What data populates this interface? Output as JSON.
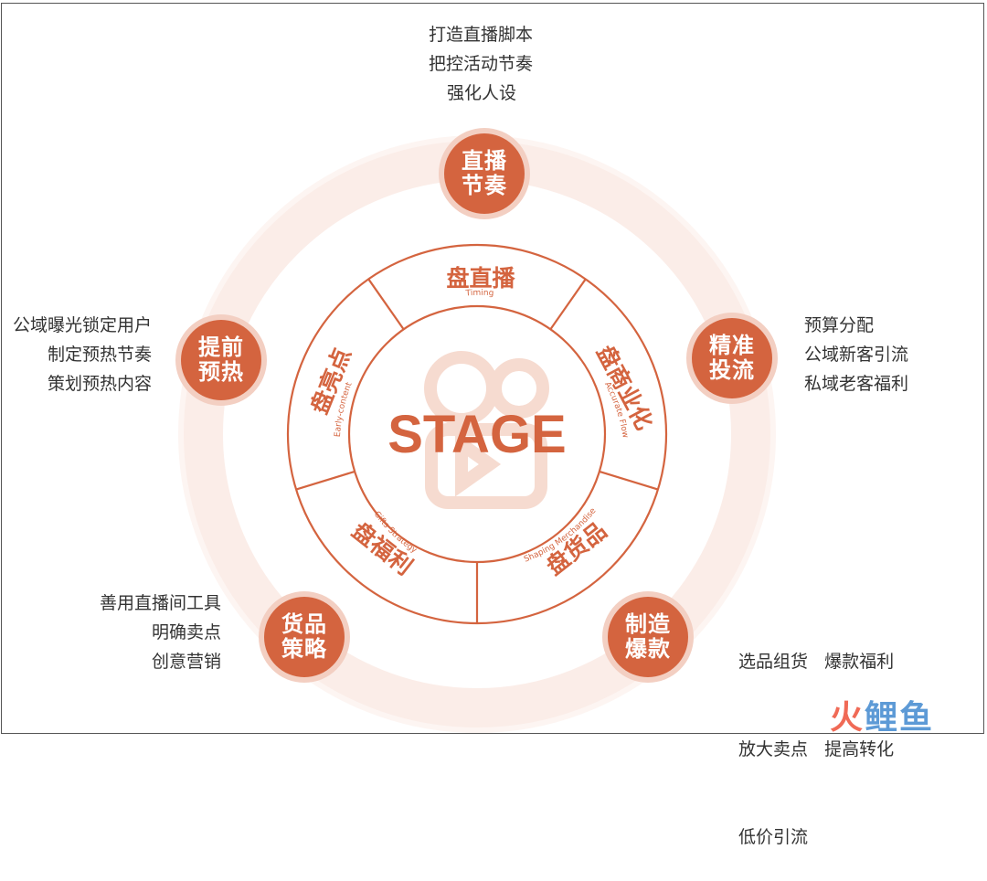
{
  "center": {
    "title": "STAGE"
  },
  "segments": [
    {
      "key": "timing",
      "title": "盘直播",
      "subtitle": "Timing"
    },
    {
      "key": "accurate",
      "title": "盘商业化",
      "subtitle": "Accurate Flow"
    },
    {
      "key": "shaping",
      "title": "盘货品",
      "subtitle": "Shaping Merchandise"
    },
    {
      "key": "gifts",
      "title": "盘福利",
      "subtitle": "Gifts Strategy"
    },
    {
      "key": "early",
      "title": "盘亮点",
      "subtitle": "Early-content"
    }
  ],
  "hubs": [
    {
      "key": "rhythm",
      "line1": "直播",
      "line2": "节奏",
      "notes": [
        "打造直播脚本",
        "把控活动节奏",
        "强化人设"
      ]
    },
    {
      "key": "precise",
      "line1": "精准",
      "line2": "投流",
      "notes": [
        "预算分配",
        "公域新客引流",
        "私域老客福利"
      ]
    },
    {
      "key": "hit",
      "line1": "制造",
      "line2": "爆款",
      "notes": [
        "选品组货   爆款福利",
        "放大卖点   提高转化",
        "低价引流"
      ]
    },
    {
      "key": "goods",
      "line1": "货品",
      "line2": "策略",
      "notes": [
        "善用直播间工具",
        "明确卖点",
        "创意营销"
      ]
    },
    {
      "key": "preheat",
      "line1": "提前",
      "line2": "预热",
      "notes": [
        "公域曝光锁定用户",
        "制定预热节奏",
        "策划预热内容"
      ]
    }
  ],
  "colors": {
    "accent": "#d4643f",
    "ring_outer_light": "#fbede8",
    "ring_white": "#ffffff",
    "camera_icon": "#f6dbd0",
    "hub_halo": "#f3cfc2"
  },
  "watermark": {
    "part1": "火",
    "part2": "鲤",
    "part3": "鱼"
  }
}
